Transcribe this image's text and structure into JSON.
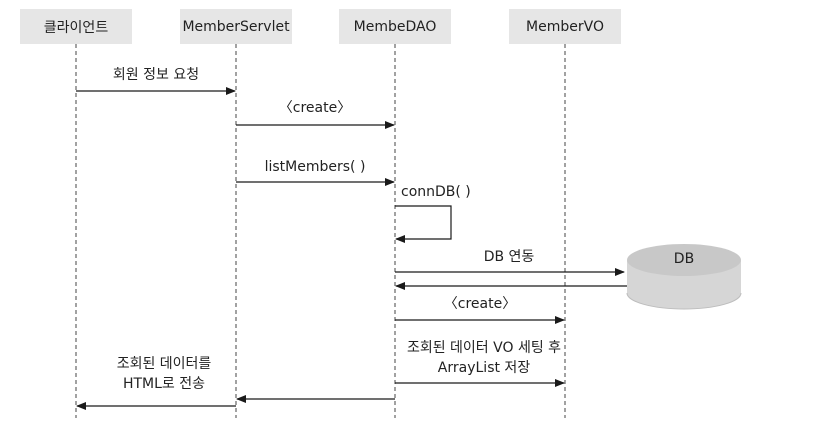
{
  "participants": {
    "client": "클라이언트",
    "servlet": "MemberServlet",
    "dao": "MembeDAO",
    "vo": "MemberVO"
  },
  "messages": {
    "request_info": "회원 정보 요청",
    "create_dao": "〈create〉",
    "list_members": "listMembers( )",
    "conn_db": "connDB( )",
    "db_link": "DB 연동",
    "create_vo": "〈create〉",
    "set_vo_line1": "조회된 데이터 VO 세팅 후",
    "set_vo_line2": "ArrayList 저장",
    "send_html_line1": "조회된 데이터를",
    "send_html_line2": "HTML로 전송"
  },
  "database": {
    "label": "DB"
  },
  "colors": {
    "header_fill": "#e6e6e6",
    "db_fill": "#c8c8c8",
    "db_side": "#d6d6d6",
    "line": "#1a1a1a"
  }
}
